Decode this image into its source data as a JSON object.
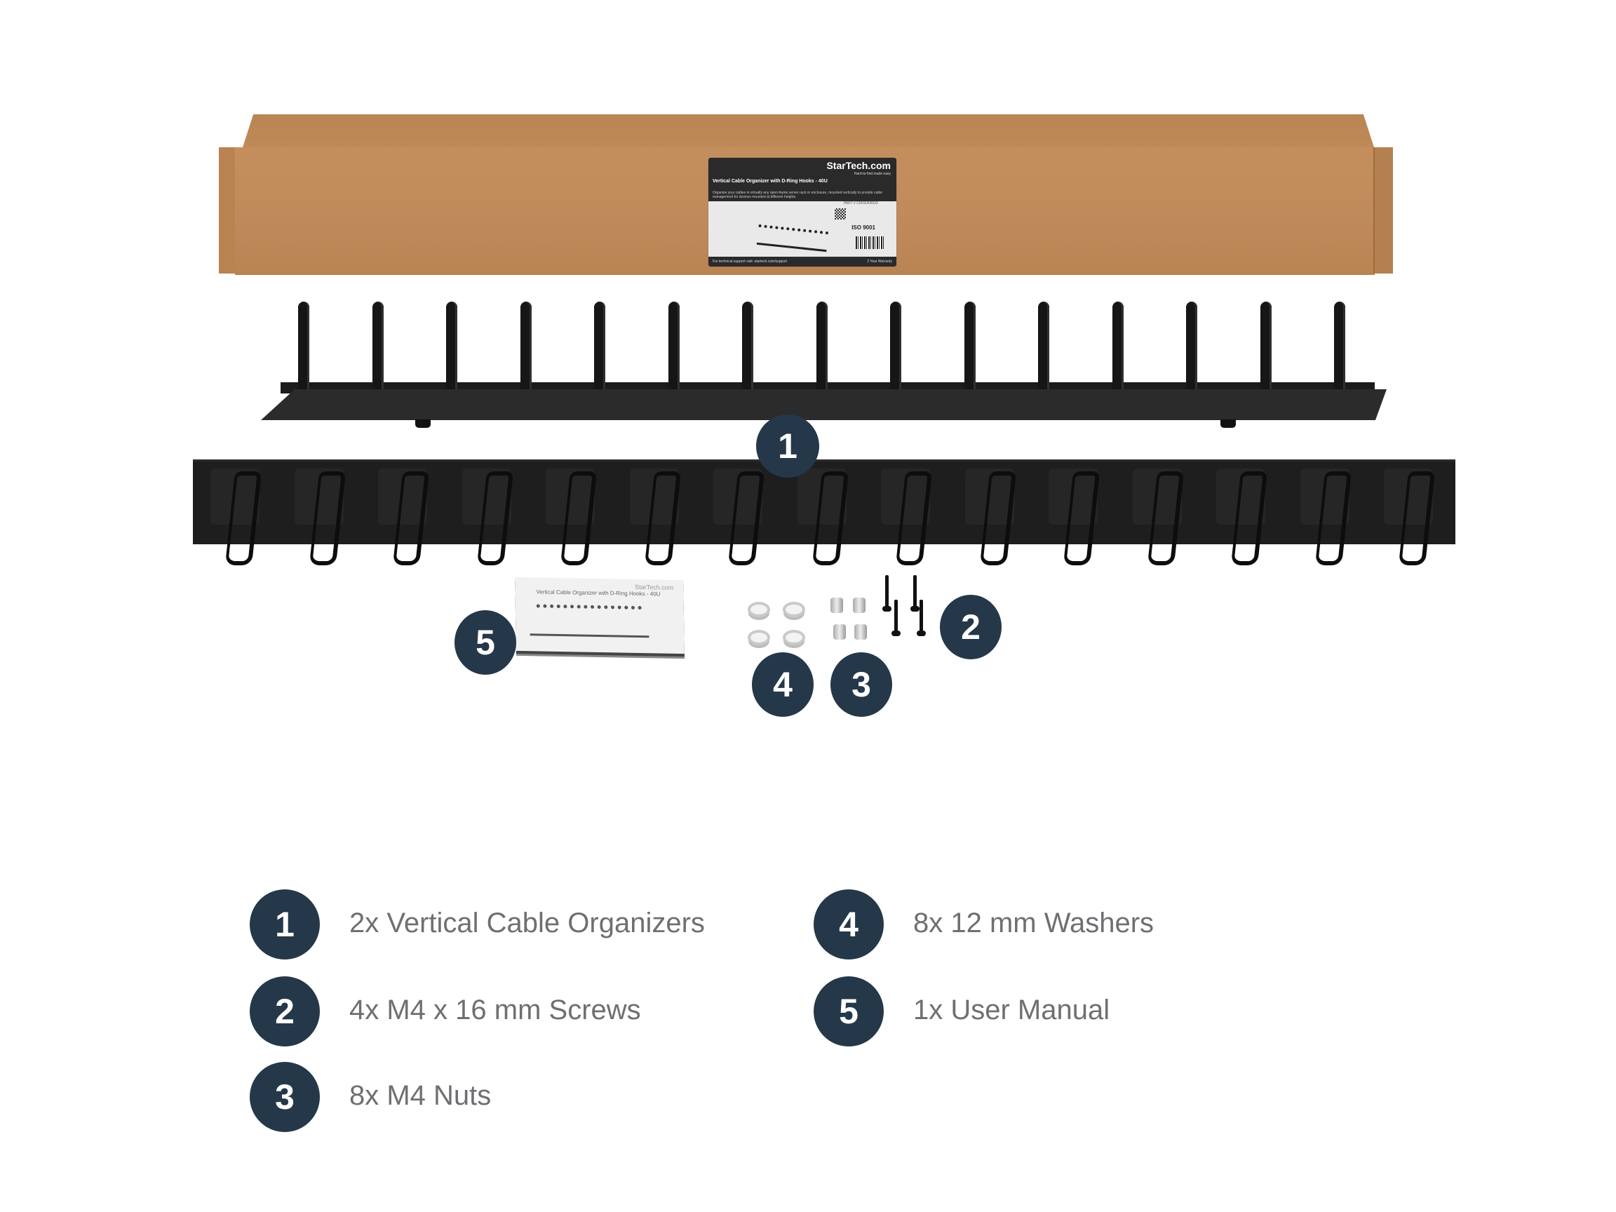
{
  "box_label": {
    "brand": "StarTech.com",
    "tagline": "Hard-to-find made easy",
    "title": "Vertical Cable Organizer with D-Ring Hooks - 40U",
    "description": "Organize your cables in virtually any open-frame server rack or enclosure, mounted vertically to provide cable management for devices mounted at different heights.",
    "part_number": "PART # CMVER40UD",
    "certification": "ISO 9001",
    "support": "For technical support visit: startech.com/support",
    "warranty": "2 Year Warranty"
  },
  "manual_cover": {
    "brand": "StarTech.com",
    "title": "Vertical Cable Organizer with D-Ring Hooks - 40U"
  },
  "callouts": [
    {
      "num": "1"
    },
    {
      "num": "2"
    },
    {
      "num": "3"
    },
    {
      "num": "4"
    },
    {
      "num": "5"
    }
  ],
  "legend": [
    {
      "num": "1",
      "text": "2x Vertical Cable Organizers"
    },
    {
      "num": "2",
      "text": "4x M4 x 16 mm Screws"
    },
    {
      "num": "3",
      "text": "8x M4 Nuts"
    },
    {
      "num": "4",
      "text": "8x 12 mm Washers"
    },
    {
      "num": "5",
      "text": "1x User Manual"
    }
  ],
  "colors": {
    "callout_bg": "#253849",
    "legend_text": "#6f6f73",
    "cardboard": "#c48f5c"
  }
}
